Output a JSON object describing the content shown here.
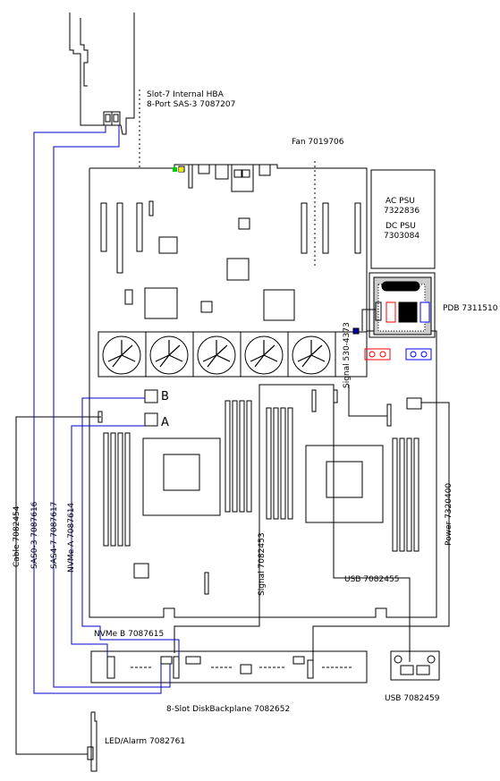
{
  "labels": {
    "hba_line1": "Slot-7 Internal HBA",
    "hba_line2": "8-Port SAS-3 7087207",
    "fan": "Fan  7019706",
    "ac_psu": "AC PSU",
    "ac_psu_num": "7322836",
    "dc_psu": "DC PSU",
    "dc_psu_num": "7303084",
    "pdb": "PDB   7311510",
    "signal_530": "Signal  530-4373",
    "connector_b": "B",
    "connector_a": "A",
    "cable": "Cable  7082454",
    "sas03": "SAS0-3  7087616",
    "sas47": "SAS4-7  7087617",
    "nvme_a": "NVMe  A  7087614",
    "signal_7082453": "Signal  7082453",
    "usb_7082455": "USB  7082455",
    "power": "Power  7320400",
    "nvme_b": "NVMe  B  7087615",
    "usb_7082459": "USB  7082459",
    "backplane": "8-Slot  DiskBackplane  7082652",
    "led_alarm": "LED/Alarm   7082761"
  },
  "colors": {
    "line": "#000000",
    "cable_blue": "#0000cc",
    "indicator_green": "#00cc00",
    "indicator_yellow": "#e6e600",
    "connector_red": "#ff0000",
    "connector_blue": "#0000ff",
    "pdb_panel": "#cccccc"
  }
}
